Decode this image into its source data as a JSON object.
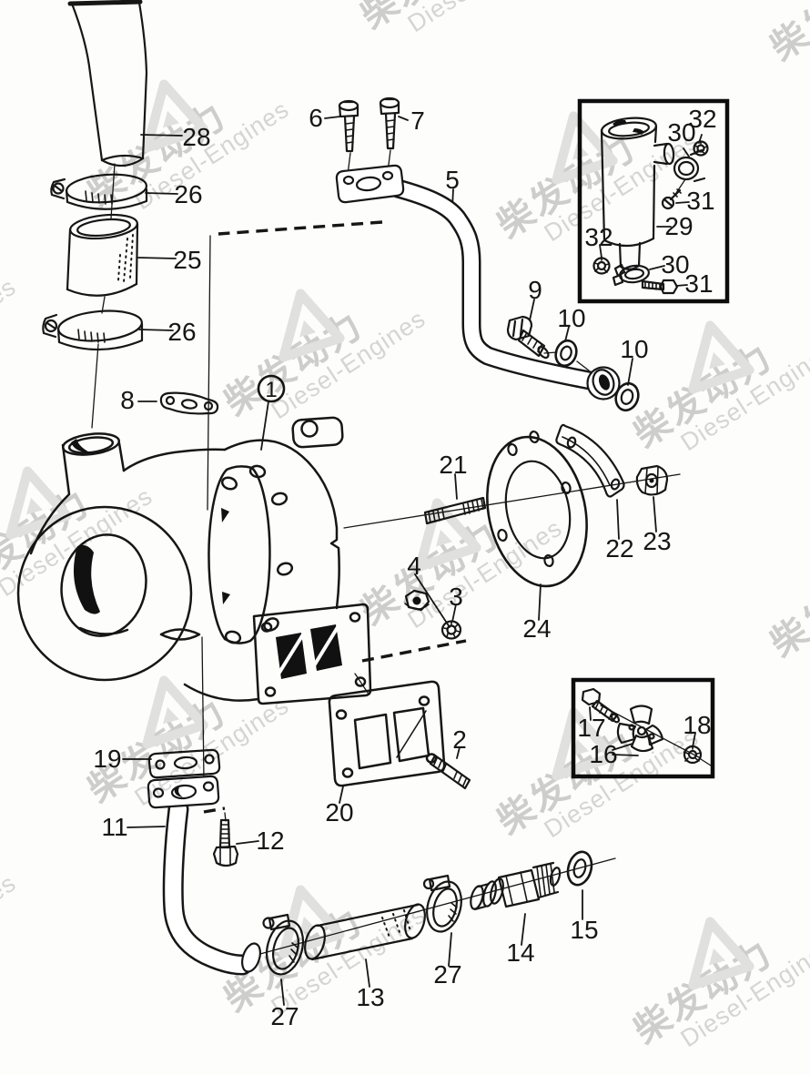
{
  "watermark": {
    "brand_cn": "柴发动力",
    "brand_en": "Diesel-Engines",
    "text_color_cn": "#cfcfcf",
    "text_color_en": "#d7d7d7",
    "logo_color": "#e2e2e2"
  },
  "diagram": {
    "line_color": "#161616",
    "background": "#fdfdfc"
  },
  "labels": [
    {
      "text": "6"
    },
    {
      "text": "7"
    },
    {
      "text": "28"
    },
    {
      "text": "26"
    },
    {
      "text": "25"
    },
    {
      "text": "26"
    },
    {
      "text": "5"
    },
    {
      "text": "8"
    },
    {
      "text": "1"
    },
    {
      "text": "9"
    },
    {
      "text": "10"
    },
    {
      "text": "10"
    },
    {
      "text": "21"
    },
    {
      "text": "22"
    },
    {
      "text": "23"
    },
    {
      "text": "24"
    },
    {
      "text": "4"
    },
    {
      "text": "3"
    },
    {
      "text": "2"
    },
    {
      "text": "20"
    },
    {
      "text": "19"
    },
    {
      "text": "11"
    },
    {
      "text": "12"
    },
    {
      "text": "27"
    },
    {
      "text": "13"
    },
    {
      "text": "27"
    },
    {
      "text": "14"
    },
    {
      "text": "15"
    },
    {
      "text": "32"
    },
    {
      "text": "30"
    },
    {
      "text": "31"
    },
    {
      "text": "29"
    },
    {
      "text": "32"
    },
    {
      "text": "30"
    },
    {
      "text": "31"
    },
    {
      "text": "17"
    },
    {
      "text": "16"
    },
    {
      "text": "18"
    }
  ]
}
